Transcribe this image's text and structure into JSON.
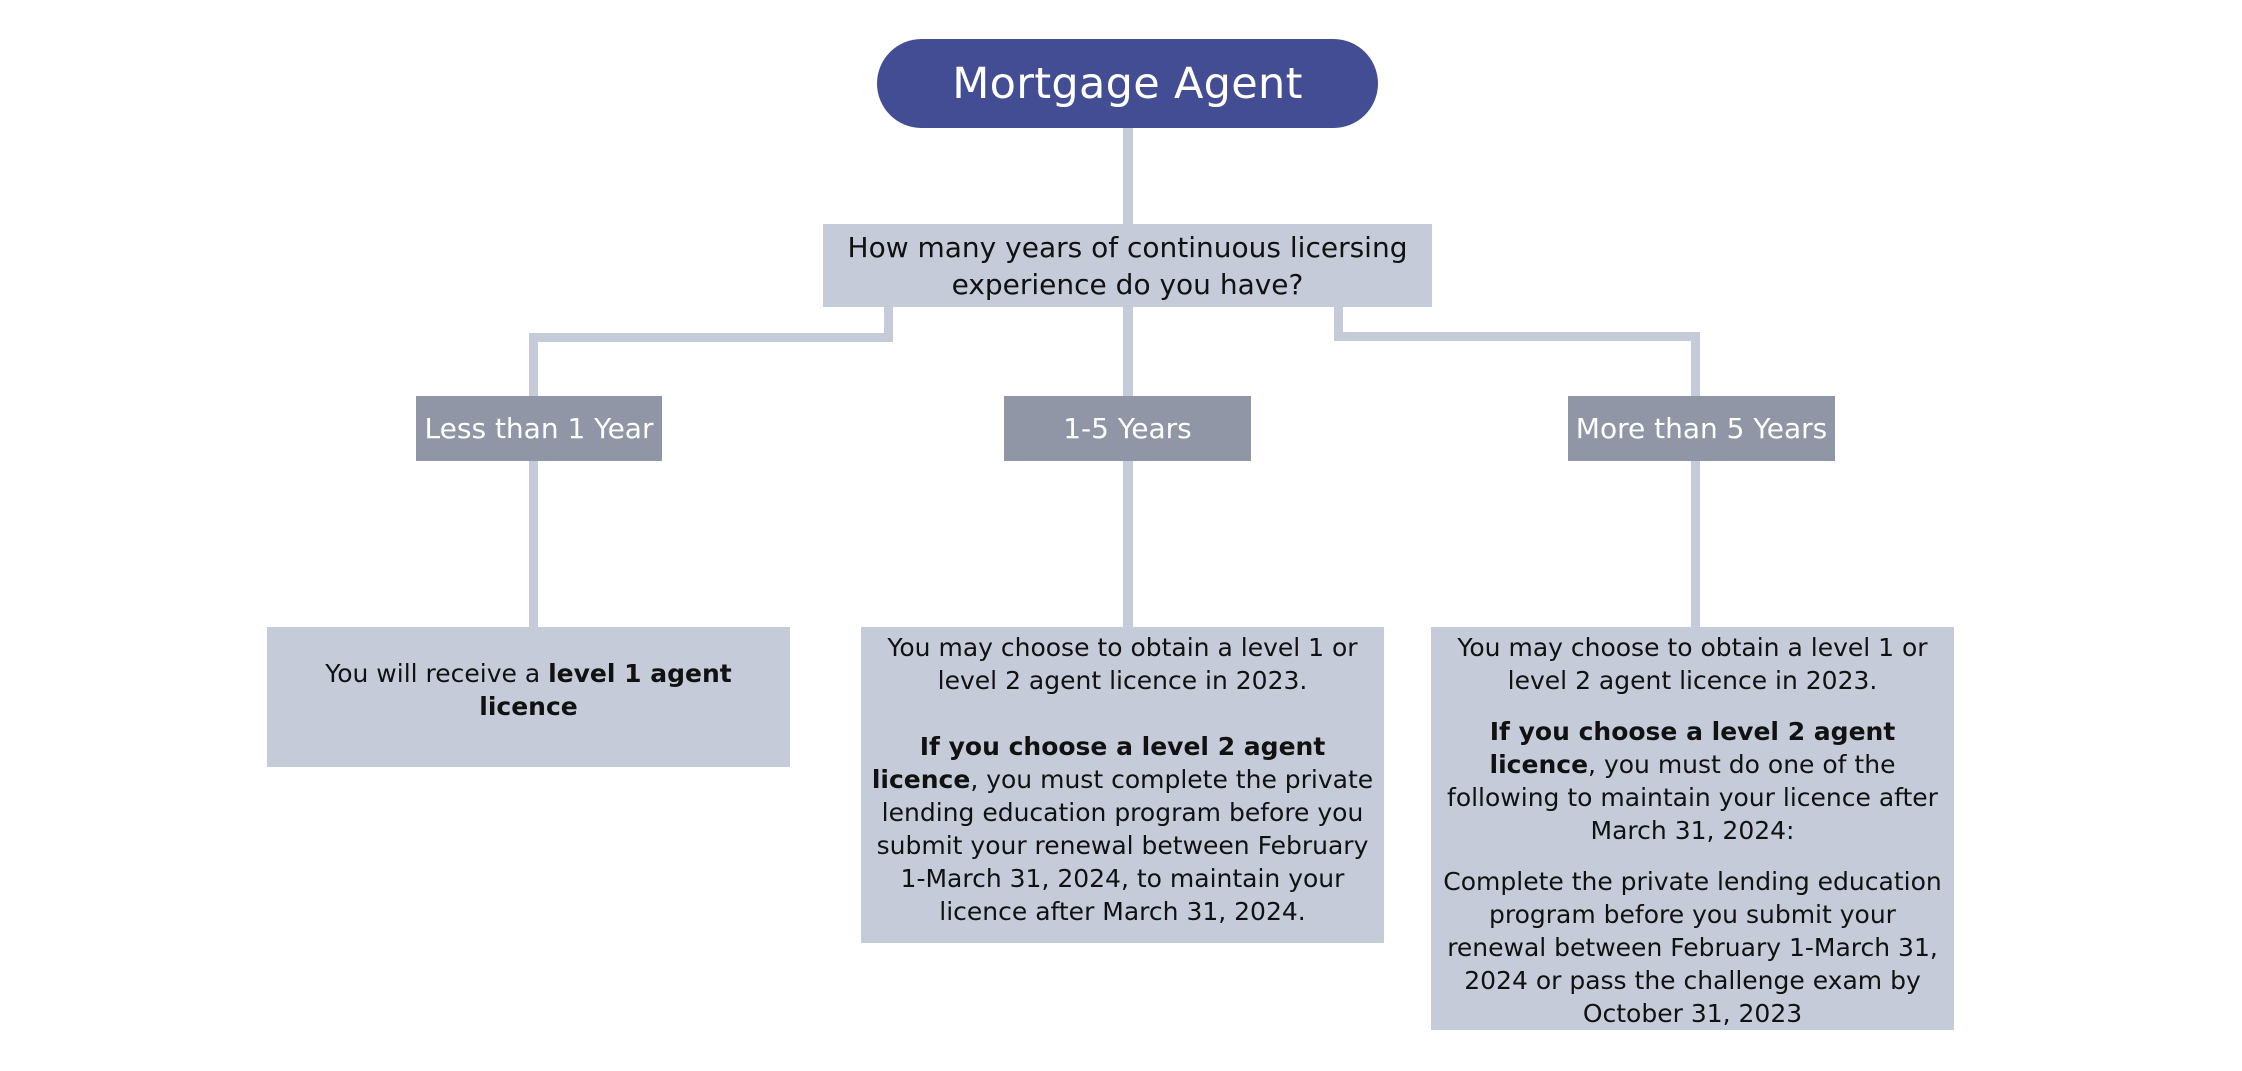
{
  "title": "Mortgage Agent",
  "question": {
    "line1": "How many years of continuous licersing",
    "line2": "experience do you have?"
  },
  "options": {
    "left": "Less than 1 Year",
    "middle": "1-5 Years",
    "right": "More than 5 Years"
  },
  "results": {
    "left": {
      "prefix": "You will receive a ",
      "bold": "level 1 agent licence"
    },
    "middle": {
      "intro": "You may choose to obtain a level 1 or level 2 agent licence in 2023.",
      "bold": "If you choose a level 2 agent licence",
      "rest": ", you must complete the private lending education program before you submit your renewal between February 1-March 31, 2024, to maintain your licence after March 31, 2024."
    },
    "right": {
      "intro": "You may choose to obtain a level 1 or level 2 agent licence in 2023.",
      "bold": "If you choose a level 2 agent licence",
      "rest": ", you must do one of the following to maintain your licence after March 31, 2024:",
      "detail": "Complete the private lending education program before you submit your renewal between February 1-March 31, 2024 or pass the challenge exam by October 31, 2023"
    }
  },
  "colors": {
    "title_fill": "#434d93",
    "question_fill": "#c5cbd9",
    "option_fill": "#9196a6",
    "result_fill": "#c5cbd9",
    "connector": "#c5cbd9"
  }
}
